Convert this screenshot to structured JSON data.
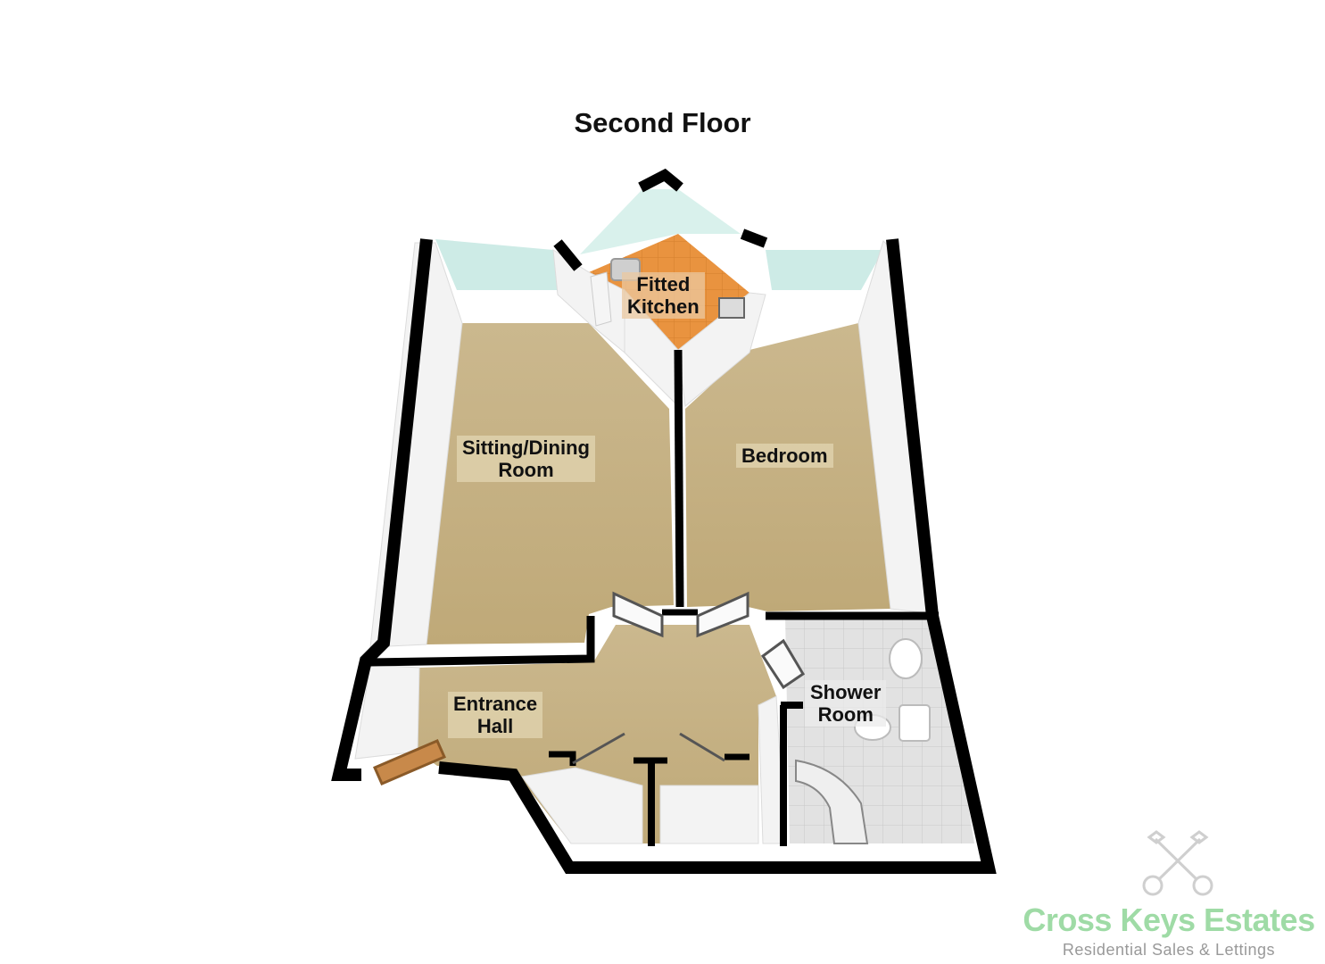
{
  "floor_title": "Second Floor",
  "rooms": {
    "kitchen": "Fitted\nKitchen",
    "sitting": "Sitting/Dining\nRoom",
    "bedroom": "Bedroom",
    "hall": "Entrance\nHall",
    "shower": "Shower\nRoom"
  },
  "brand": {
    "name": "Cross Keys Estates",
    "tagline": "Residential Sales & Lettings",
    "logo_icon": "crossed-keys-icon"
  },
  "colors": {
    "carpet": "#c9b68a",
    "kitchen_floor": "#e8913e",
    "tile_floor": "#d9d9d9",
    "wall": "#000000",
    "window": "#bfe6e0",
    "brand_green": "#9fdba6"
  }
}
